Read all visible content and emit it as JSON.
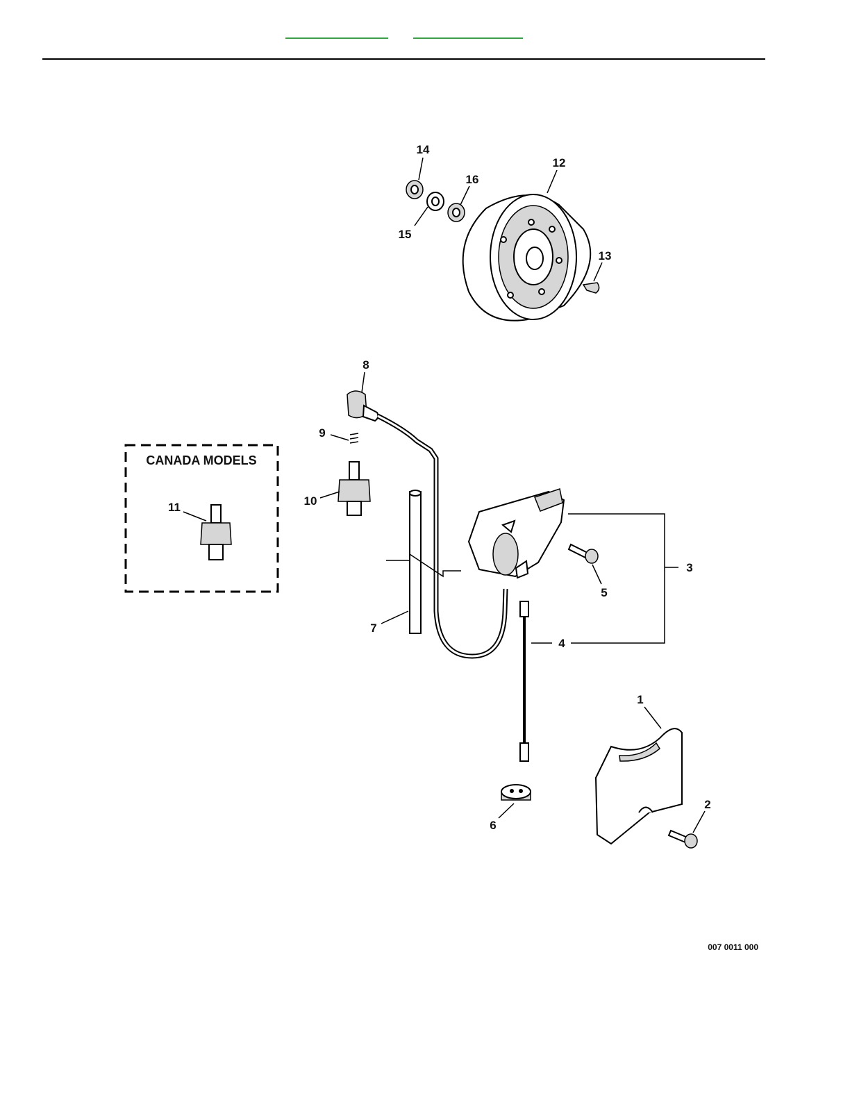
{
  "header": {
    "links": [
      "",
      ""
    ]
  },
  "diagram": {
    "box_title": "CANADA MODELS",
    "figure_id": "007 0011 000",
    "callouts": {
      "c1": "1",
      "c2": "2",
      "c3": "3",
      "c4": "4",
      "c5": "5",
      "c6": "6",
      "c7": "7",
      "c8": "8",
      "c9": "9",
      "c10": "10",
      "c11": "11",
      "c12": "12",
      "c13": "13",
      "c14": "14",
      "c15": "15",
      "c16": "16"
    },
    "colors": {
      "link_underline": "#2eaa3c",
      "line": "#000000",
      "shade": "#d6d6d6"
    }
  }
}
